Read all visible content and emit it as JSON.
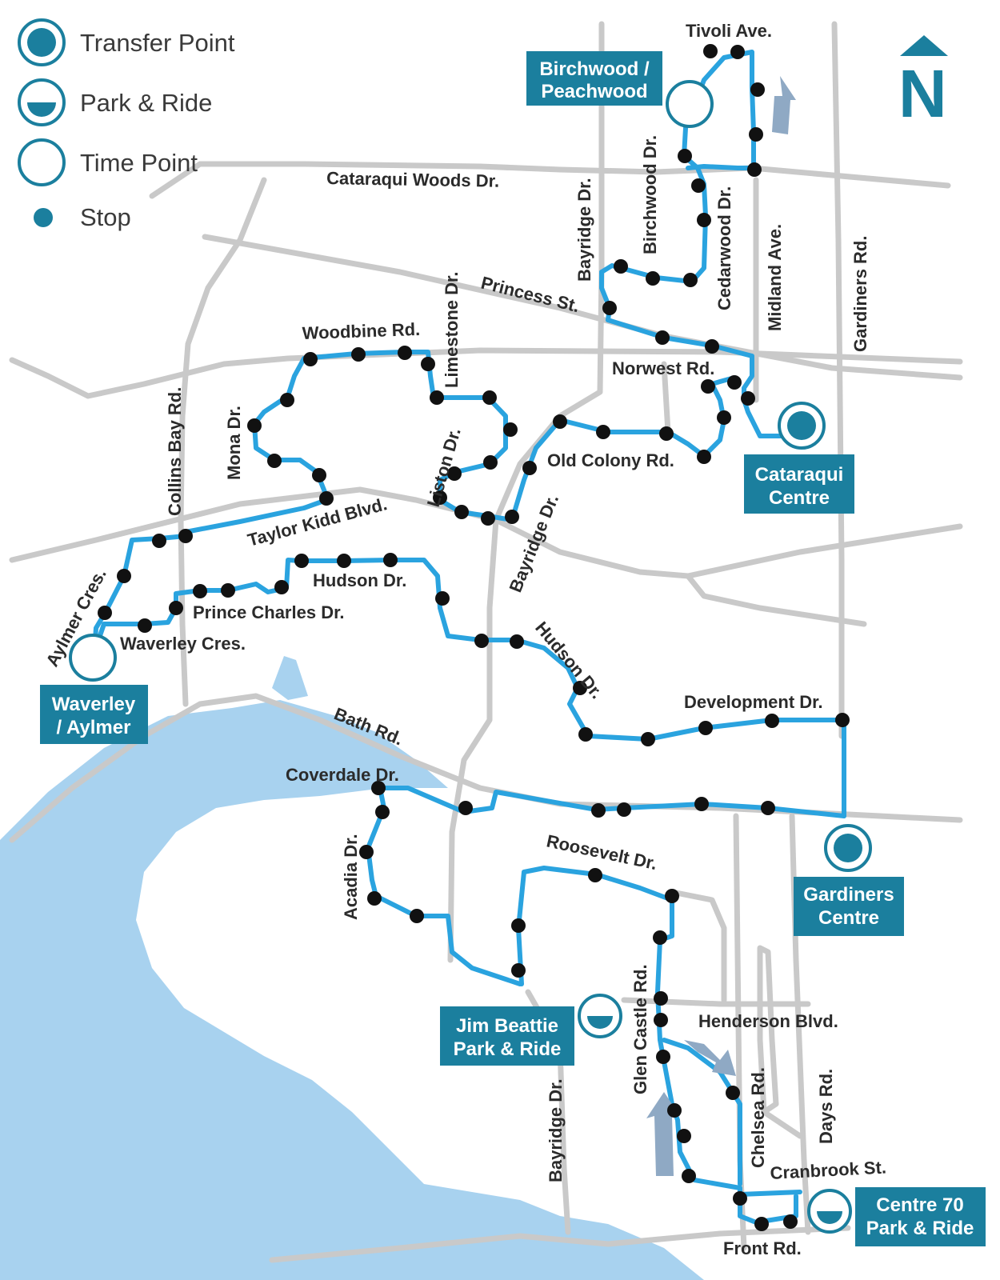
{
  "colors": {
    "route": "#2aa3df",
    "road": "#c9c9c9",
    "water": "#a8d2ef",
    "label_box": "#1b7f9e",
    "stop": "#111111",
    "symbol": "#1b7f9e",
    "arrow": "#8fa9c4"
  },
  "legend": {
    "transfer_point": "Transfer Point",
    "park_ride": "Park & Ride",
    "time_point": "Time Point",
    "stop": "Stop"
  },
  "north": "N",
  "hubs": {
    "birchwood_line1": "Birchwood /",
    "birchwood_line2": "Peachwood",
    "cataraqui_line1": "Cataraqui",
    "cataraqui_line2": "Centre",
    "waverley_line1": "Waverley",
    "waverley_line2": "/ Aylmer",
    "gardiners_line1": "Gardiners",
    "gardiners_line2": "Centre",
    "jimbeattie_line1": "Jim Beattie",
    "jimbeattie_line2": "Park & Ride",
    "centre70_line1": "Centre 70",
    "centre70_line2": "Park & Ride"
  },
  "streets": {
    "tivoli": "Tivoli Ave.",
    "cataraqui_woods": "Cataraqui Woods Dr.",
    "bayridge_north": "Bayridge Dr.",
    "birchwood": "Birchwood Dr.",
    "cedarwood": "Cedarwood Dr.",
    "midland": "Midland Ave.",
    "gardiners": "Gardiners Rd.",
    "princess": "Princess St.",
    "woodbine": "Woodbine Rd.",
    "limestone": "Limestone Dr.",
    "norwest": "Norwest Rd.",
    "collins_bay": "Collins Bay Rd.",
    "mona": "Mona Dr.",
    "liston": "Liston Dr.",
    "old_colony": "Old Colony Rd.",
    "taylor_kidd": "Taylor Kidd Blvd.",
    "bayridge_mid": "Bayridge Dr.",
    "hudson1": "Hudson Dr.",
    "prince_charles": "Prince Charles Dr.",
    "aylmer": "Aylmer Cres.",
    "waverley": "Waverley Cres.",
    "hudson2": "Hudson Dr.",
    "development": "Development Dr.",
    "bath": "Bath Rd.",
    "coverdale": "Coverdale Dr.",
    "acadia": "Acadia Dr.",
    "roosevelt": "Roosevelt Dr.",
    "glen_castle": "Glen Castle Rd.",
    "henderson": "Henderson Blvd.",
    "chelsea": "Chelsea Rd.",
    "days": "Days Rd.",
    "bayridge_south": "Bayridge Dr.",
    "cranbrook": "Cranbrook St.",
    "front": "Front Rd."
  }
}
